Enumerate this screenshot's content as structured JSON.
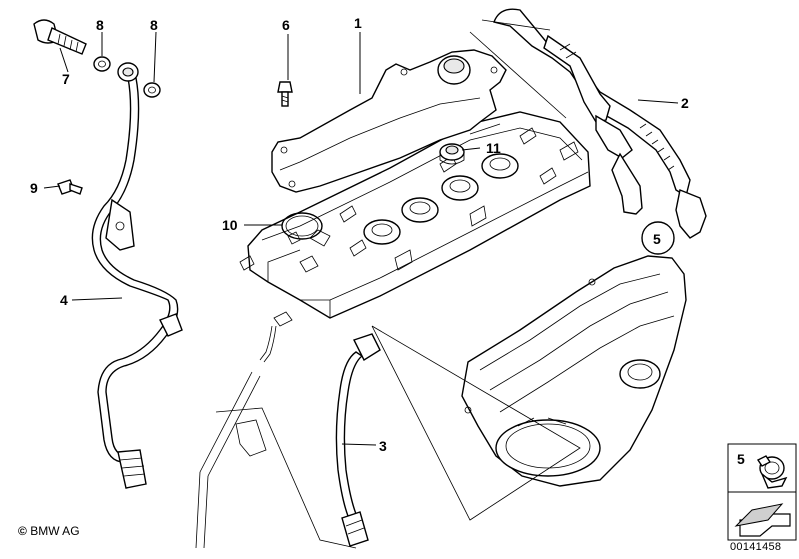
{
  "copyright": {
    "symbol": "©",
    "text": "BMW AG"
  },
  "diagram_id": "00141458",
  "callouts": {
    "c1": "1",
    "c2": "2",
    "c3": "3",
    "c4": "4",
    "c5a": "5",
    "c5b": "5",
    "c6": "6",
    "c7": "7",
    "c8a": "8",
    "c8b": "8",
    "c9": "9",
    "c10": "10",
    "c11": "11"
  }
}
